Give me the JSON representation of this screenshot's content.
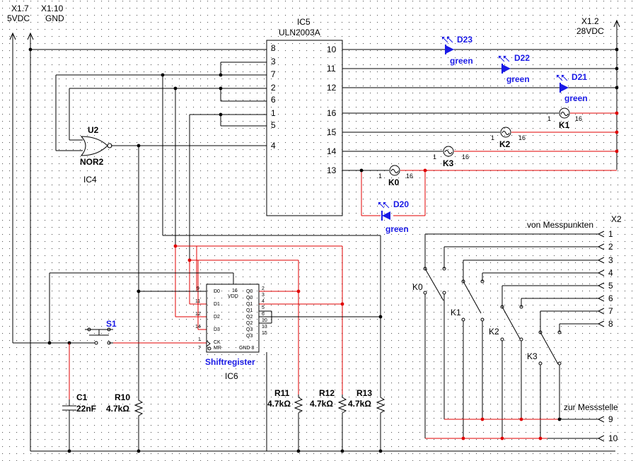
{
  "rails": {
    "x17": "X1.7",
    "v5": "5VDC",
    "x110": "X1.10",
    "gnd": "GND",
    "x12": "X1.2",
    "v28": "28VDC"
  },
  "ic5": {
    "ref": "IC5",
    "part": "ULN2003A",
    "left_pins": [
      "8",
      "3",
      "7",
      "2",
      "6",
      "1",
      "5",
      "4"
    ],
    "right_pins": [
      "10",
      "11",
      "12",
      "16",
      "15",
      "14",
      "13"
    ]
  },
  "gate": {
    "ref": "U2",
    "type": "NOR2",
    "ic": "IC4"
  },
  "leds": [
    {
      "ref": "D23",
      "color": "green"
    },
    {
      "ref": "D22",
      "color": "green"
    },
    {
      "ref": "D21",
      "color": "green"
    },
    {
      "ref": "D20",
      "color": "green"
    }
  ],
  "relays": [
    {
      "ref": "K1",
      "pin_a": "1",
      "pin_b": "16"
    },
    {
      "ref": "K2",
      "pin_a": "1",
      "pin_b": "16"
    },
    {
      "ref": "K3",
      "pin_a": "1",
      "pin_b": "16"
    },
    {
      "ref": "K0",
      "pin_a": "1",
      "pin_b": "16"
    }
  ],
  "shift": {
    "name": "Shiftregister",
    "ref": "IC6",
    "vdd": "VDD",
    "vdd_pin": "16",
    "gnd": "GND 8",
    "inputs": [
      "D0",
      "D1",
      "D2",
      "D3"
    ],
    "input_pins": [
      "9",
      "11",
      "12",
      "14"
    ],
    "ctl": [
      "CK",
      "MR"
    ],
    "ctl_pins": [
      "1",
      "7"
    ],
    "outputs": [
      "Q0",
      "Q0",
      "Q1",
      "Q1",
      "Q2",
      "Q2",
      "Q3",
      "Q3"
    ],
    "output_pins": [
      "2",
      "3",
      "4",
      "5",
      "6",
      "10",
      "13",
      "15"
    ]
  },
  "switch": {
    "ref": "S1"
  },
  "capacitor": {
    "ref": "C1",
    "value": "22nF"
  },
  "resistors": [
    {
      "ref": "R10",
      "value": "4.7kΩ"
    },
    {
      "ref": "R11",
      "value": "4.7kΩ"
    },
    {
      "ref": "R12",
      "value": "4.7kΩ"
    },
    {
      "ref": "R13",
      "value": "4.7kΩ"
    }
  ],
  "connector": {
    "ref": "X2",
    "from_label": "von Messpunkten",
    "to_label": "zur Messstelle",
    "pins": [
      "1",
      "2",
      "3",
      "4",
      "5",
      "6",
      "7",
      "8",
      "9",
      "10"
    ]
  },
  "contacts": [
    "K0",
    "K1",
    "K2",
    "K3"
  ]
}
